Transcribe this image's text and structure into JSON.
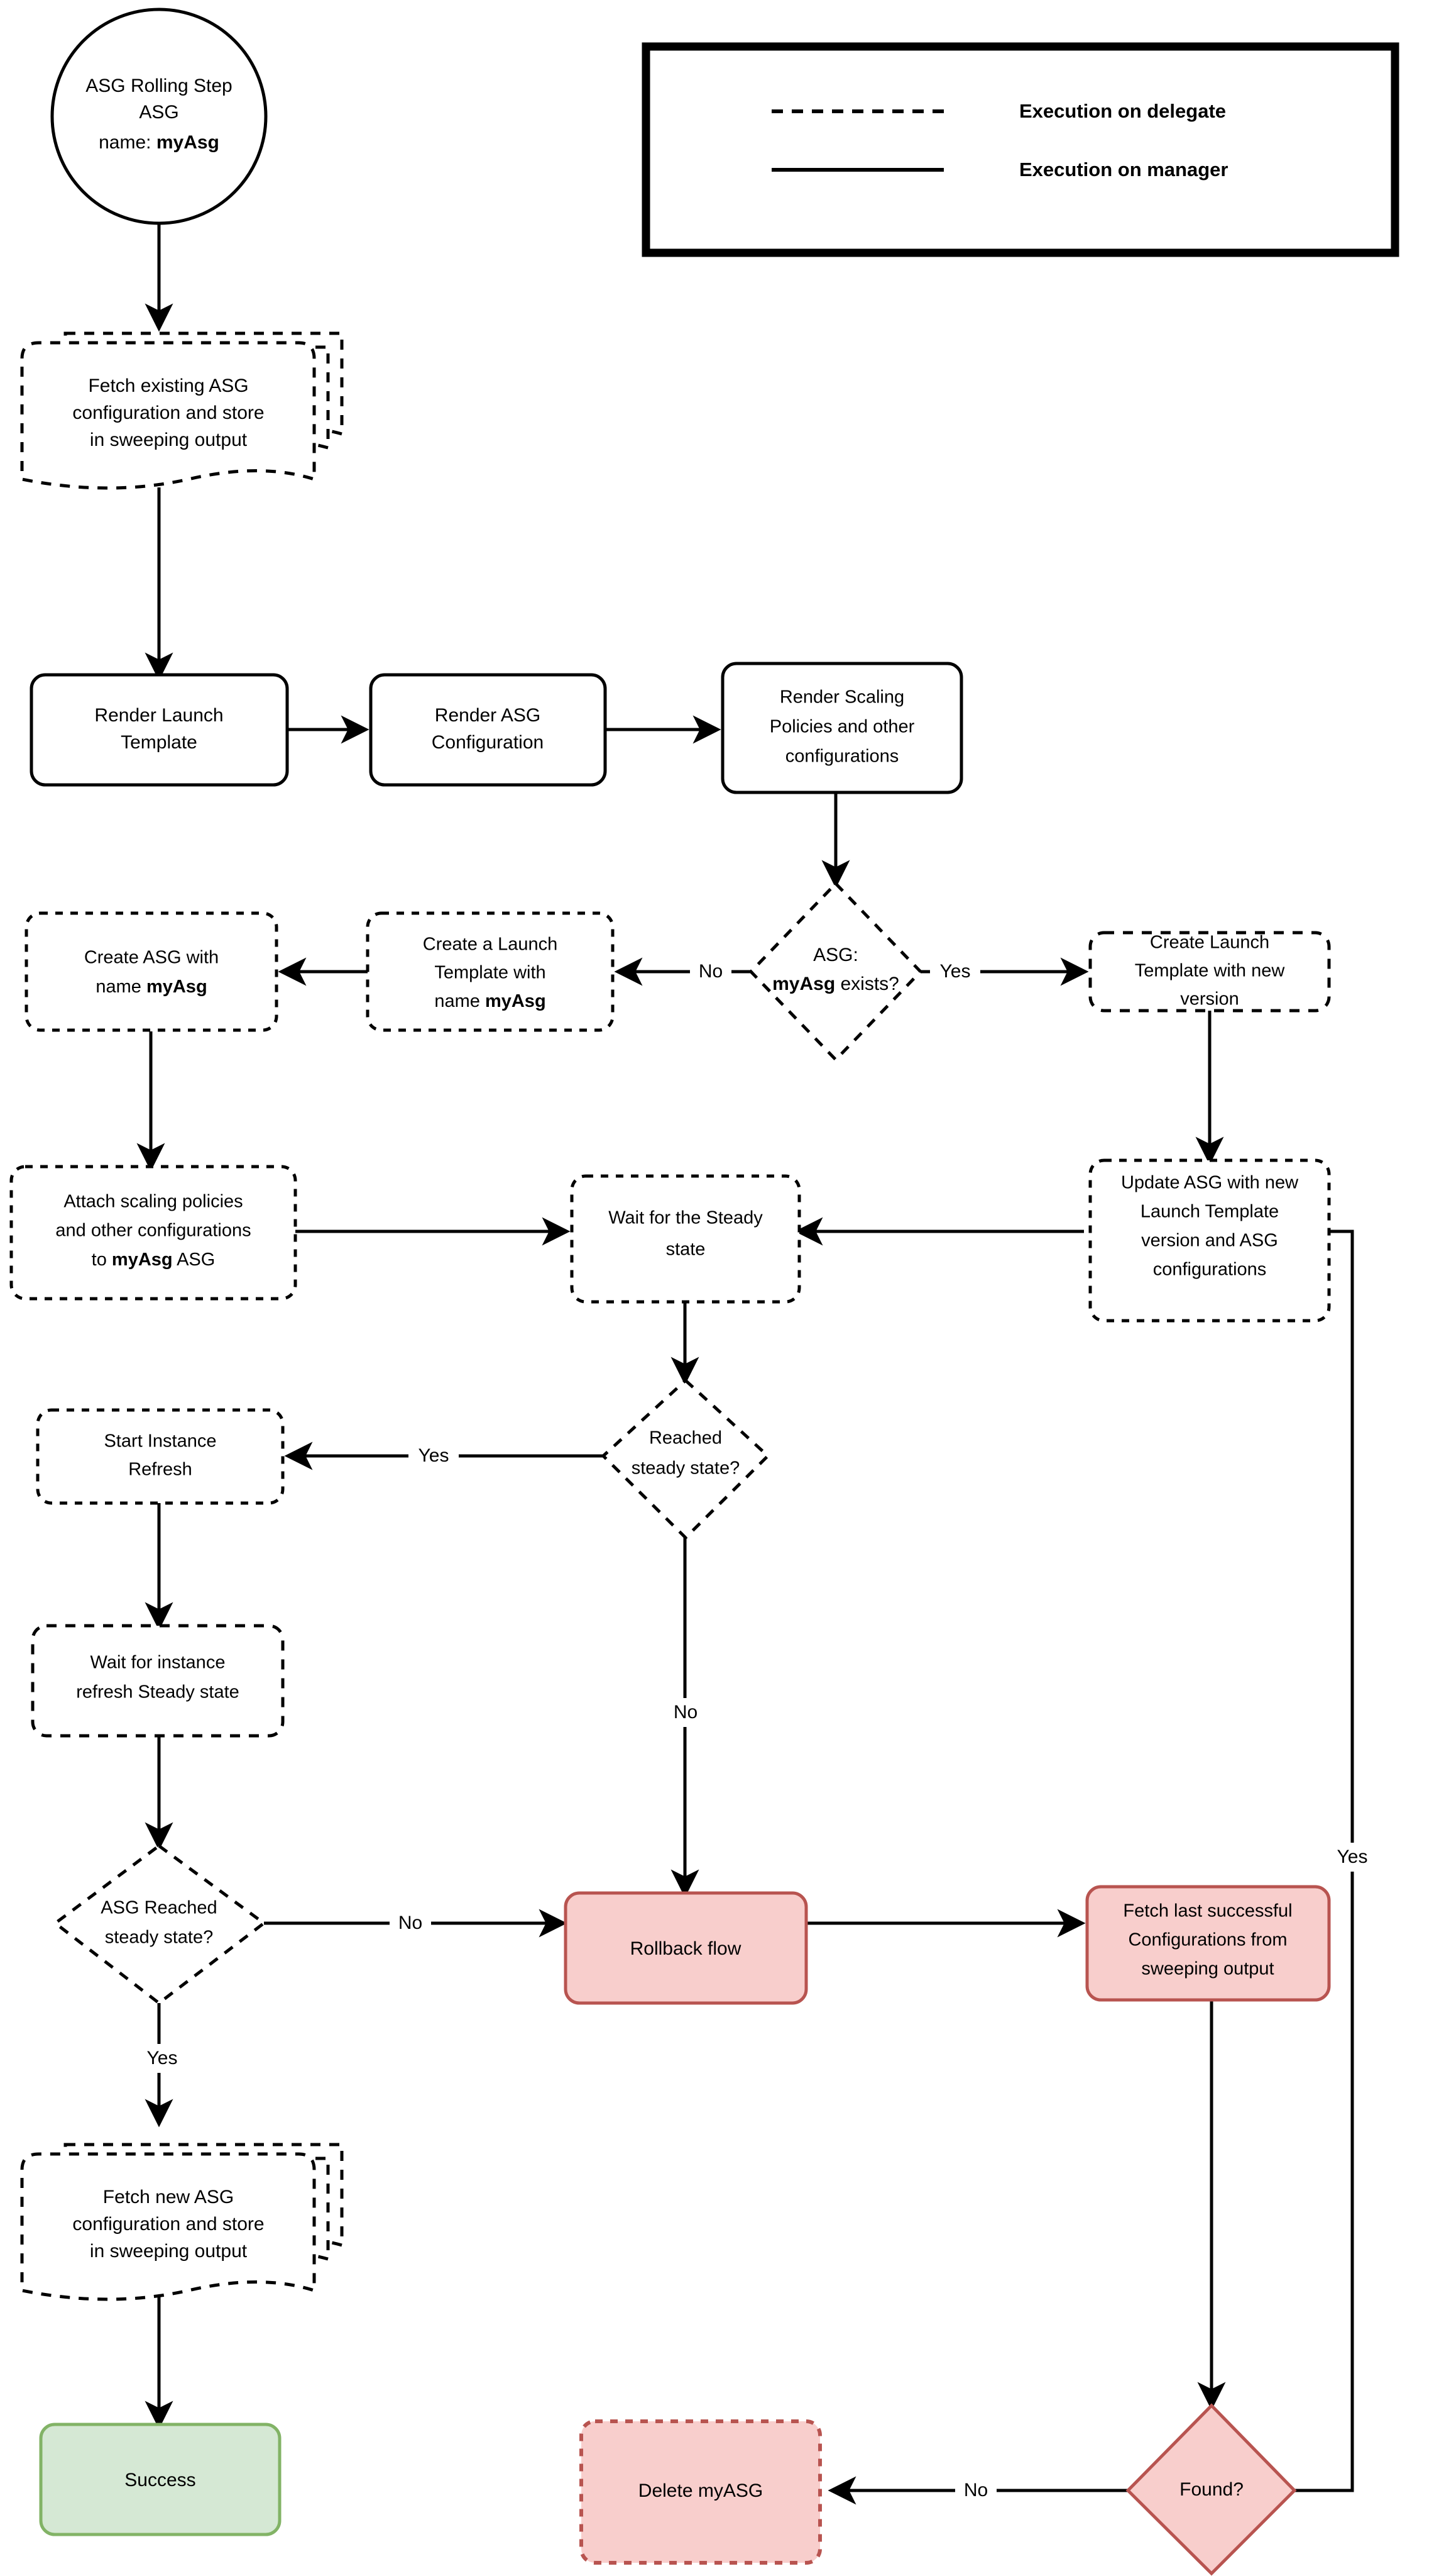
{
  "diagram": {
    "title": "ASG Rolling Step flowchart",
    "colors": {
      "stroke": "#000000",
      "background": "#ffffff",
      "red_fill": "#f8cecc",
      "red_stroke": "#b85450",
      "green_fill": "#d5e8d4",
      "green_stroke": "#82b366"
    }
  },
  "legend": {
    "items": [
      {
        "line_style": "dashed",
        "label": "Execution on delegate"
      },
      {
        "line_style": "solid",
        "label": "Execution on manager"
      }
    ]
  },
  "nodes": {
    "start": {
      "line1": "ASG Rolling Step",
      "line2": "ASG",
      "line3_prefix": "name: ",
      "line3_bold": "myAsg"
    },
    "fetch_existing": {
      "line1": "Fetch existing ASG",
      "line2": "configuration and store",
      "line3": "in sweeping output"
    },
    "render_launch_template": {
      "line1": "Render Launch",
      "line2": "Template"
    },
    "render_asg_config": {
      "line1": "Render ASG",
      "line2": "Configuration"
    },
    "render_scaling": {
      "line1": "Render Scaling",
      "line2": "Policies and other",
      "line3": "configurations"
    },
    "asg_exists": {
      "line1": "ASG:",
      "line2_bold": "myAsg",
      "line2_rest": " exists?"
    },
    "create_launch_template_named": {
      "line1": "Create a Launch",
      "line2": "Template with",
      "line3_prefix": "name ",
      "line3_bold": "myAsg"
    },
    "create_asg": {
      "line1": "Create ASG with",
      "line2_prefix": "name ",
      "line2_bold": "myAsg"
    },
    "create_launch_template_new_version": {
      "line1": "Create Launch",
      "line2": "Template with new",
      "line3": "version"
    },
    "attach_scaling": {
      "line1": "Attach scaling policies",
      "line2": "and other configurations",
      "line3_prefix": "to ",
      "line3_bold": "myAsg",
      "line3_suffix": " ASG"
    },
    "wait_steady": {
      "line1": "Wait for the Steady",
      "line2": "state"
    },
    "update_asg": {
      "line1": "Update ASG with new",
      "line2": "Launch Template",
      "line3": "version and ASG",
      "line4": "configurations"
    },
    "reached_steady": {
      "line1": "Reached",
      "line2": "steady state?"
    },
    "start_instance_refresh": {
      "line1": "Start Instance",
      "line2": "Refresh"
    },
    "wait_instance_refresh": {
      "line1": "Wait for instance",
      "line2": "refresh Steady state"
    },
    "asg_reached_steady": {
      "line1": "ASG Reached",
      "line2": "steady state?"
    },
    "rollback_flow": {
      "line1": "Rollback flow"
    },
    "fetch_last_successful": {
      "line1": "Fetch last successful",
      "line2": "Configurations from",
      "line3": "sweeping output"
    },
    "fetch_new_asg": {
      "line1": "Fetch new ASG",
      "line2": "configuration and store",
      "line3": "in sweeping output"
    },
    "success": {
      "line1": "Success"
    },
    "delete_myasg": {
      "line1": "Delete myASG"
    },
    "found": {
      "line1": "Found?"
    }
  },
  "edge_labels": {
    "exists_no": "No",
    "exists_yes": "Yes",
    "reached_yes": "Yes",
    "reached_no": "No",
    "asg_reached_no": "No",
    "asg_reached_yes": "Yes",
    "found_no": "No",
    "found_yes": "Yes"
  }
}
